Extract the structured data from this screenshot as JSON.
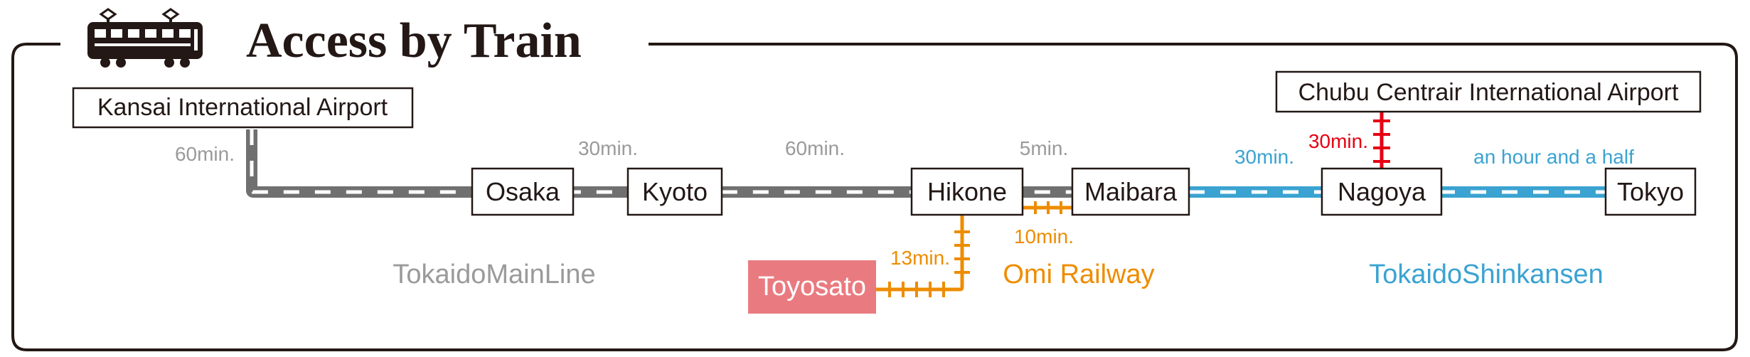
{
  "header": {
    "title": "Access by Train",
    "icon": "train-icon"
  },
  "stations": {
    "kansai_airport": "Kansai International Airport",
    "osaka": "Osaka",
    "kyoto": "Kyoto",
    "hikone": "Hikone",
    "maibara": "Maibara",
    "nagoya": "Nagoya",
    "tokyo": "Tokyo",
    "chubu_airport": "Chubu Centrair International Airport",
    "toyosato": "Toyosato"
  },
  "times": {
    "kansai_osaka": "60min.",
    "osaka_kyoto": "30min.",
    "kyoto_hikone": "60min.",
    "hikone_maibara": "5min.",
    "maibara_nagoya": "30min.",
    "chubu_nagoya": "30min.",
    "nagoya_tokyo": "an hour and a half",
    "hikone_maibara_omi": "10min.",
    "toyosato_hikone": "13min."
  },
  "lines": {
    "tokaido_main": "TokaidoMainLine",
    "omi_railway": "Omi Railway",
    "tokaido_shinkansen": "TokaidoShinkansen"
  },
  "colors": {
    "main_line": "#707070",
    "shinkansen": "#3aa3d1",
    "omi": "#ee8c00",
    "chubu_link": "#e60012",
    "toyosato_fill": "#e97b80",
    "label_gray": "#9a9a9a",
    "frame": "#231815"
  }
}
